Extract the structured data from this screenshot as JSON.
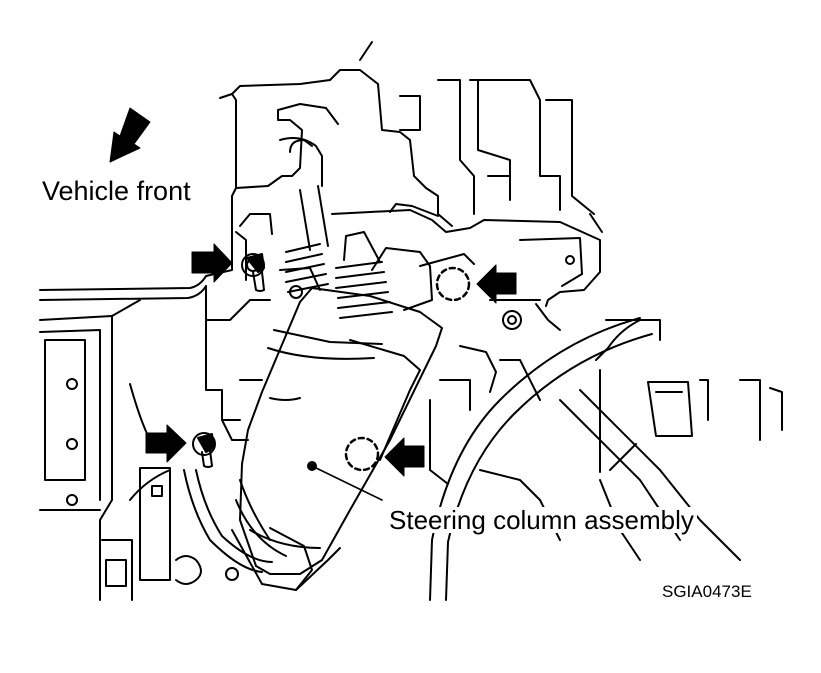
{
  "labels": {
    "vehicle_front": "Vehicle front",
    "steering_column": "Steering column assembly",
    "figure_code": "SGIA0473E"
  },
  "icons": {
    "direction_arrow": "arrow-down-left-icon",
    "bolt_arrow": "arrow-right-icon",
    "clip_arrow": "arrow-left-icon"
  },
  "colors": {
    "line": "#000000",
    "background": "#ffffff"
  }
}
